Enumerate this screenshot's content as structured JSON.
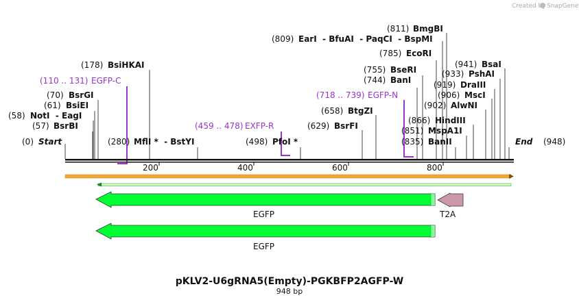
{
  "credit": {
    "prefix": "Created by",
    "brand": "SnapGene"
  },
  "map": {
    "title": "pKLV2-U6gRNA5(Empty)-PGKBFP2AGFP-W",
    "length_label": "948 bp",
    "length_bp": 948,
    "start_label": "Start",
    "end_label": "End",
    "start_pos": "(0)",
    "end_pos": "(948)",
    "axis_ticks": [
      "200",
      "400",
      "600",
      "800"
    ],
    "axis_tick_values": [
      200,
      400,
      600,
      800
    ]
  },
  "sites": [
    {
      "pos": "(57)",
      "name": "BsrBI"
    },
    {
      "pos": "(58)",
      "name": "NotI  - EagI"
    },
    {
      "pos": "(61)",
      "name": "BsiEI"
    },
    {
      "pos": "(70)",
      "name": "BsrGI"
    },
    {
      "pos": "(110 .. 131)",
      "name": "EGFP-C"
    },
    {
      "pos": "(178)",
      "name": "BsiHKAI"
    },
    {
      "pos": "(280)",
      "name": "MflI *  - BstYI"
    },
    {
      "pos": "(459 .. 478)",
      "name": "EXFP-R"
    },
    {
      "pos": "(498)",
      "name": "PfoI *"
    },
    {
      "pos": "(629)",
      "name": "BsrFI"
    },
    {
      "pos": "(658)",
      "name": "BtgZI"
    },
    {
      "pos": "(718 .. 739)",
      "name": "EGFP-N"
    },
    {
      "pos": "(744)",
      "name": "BanI"
    },
    {
      "pos": "(755)",
      "name": "BseRI"
    },
    {
      "pos": "(785)",
      "name": "EcoRI"
    },
    {
      "pos": "(809)",
      "name": "EarI  - BfuAI  - PaqCI  - BspMI"
    },
    {
      "pos": "(811)",
      "name": "BmgBI"
    },
    {
      "pos": "(835)",
      "name": "BanII"
    },
    {
      "pos": "(851)",
      "name": "MspA1I"
    },
    {
      "pos": "(866)",
      "name": "HindIII"
    },
    {
      "pos": "(902)",
      "name": "AlwNI"
    },
    {
      "pos": "(906)",
      "name": "MscI"
    },
    {
      "pos": "(919)",
      "name": "DraIII"
    },
    {
      "pos": "(933)",
      "name": "PshAI"
    },
    {
      "pos": "(941)",
      "name": "BsaI"
    }
  ],
  "features": [
    {
      "label": "EGFP",
      "color": "#00ff33"
    },
    {
      "label": "T2A",
      "color": "#cc99aa"
    },
    {
      "label": "EGFP",
      "color": "#00ff33"
    }
  ],
  "colors": {
    "primer": "#9933cc",
    "backbone": "#111111",
    "orange_bar": "#f0a830",
    "green_line": "#33aa33"
  }
}
